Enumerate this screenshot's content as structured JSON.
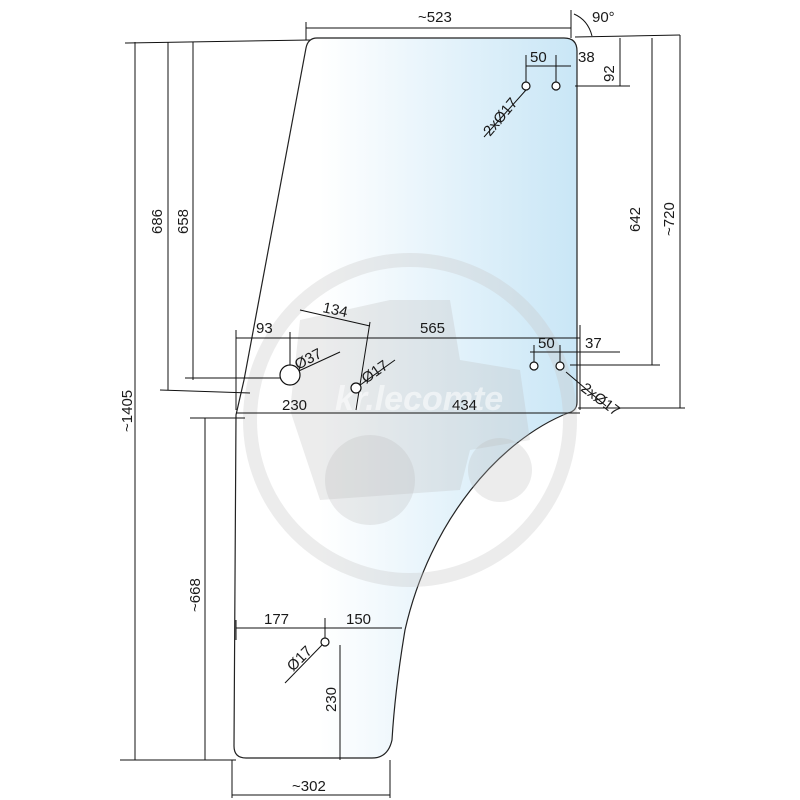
{
  "drawing": {
    "colors": {
      "glass_left": "#ffffff",
      "glass_right": "#c9e6f6",
      "line": "#111111"
    },
    "dimensions": {
      "top_width": "~523",
      "angle": "90°",
      "top_hole_spacing": "50",
      "top_hole_right_offset": "38",
      "top_hole_down_offset": "92",
      "top_holes": "2xØ17",
      "height_686": "686",
      "height_658": "658",
      "height_642": "642",
      "height_720": "~720",
      "left_offset_93": "93",
      "spacing_134": "134",
      "width_565": "565",
      "mid_hole_spacing": "50",
      "mid_hole_right_offset": "37",
      "big_hole": "Ø37",
      "mid_hole": "Ø17",
      "right_holes": "2xØ17",
      "width_230": "230",
      "width_434": "434",
      "total_height": "~1405",
      "height_668": "~668",
      "bottom_left_177": "177",
      "bottom_150": "150",
      "bottom_hole": "Ø17",
      "bottom_height_230": "230",
      "bottom_width": "~302"
    },
    "watermark": {
      "logo_text": "kr.lecomte"
    }
  }
}
